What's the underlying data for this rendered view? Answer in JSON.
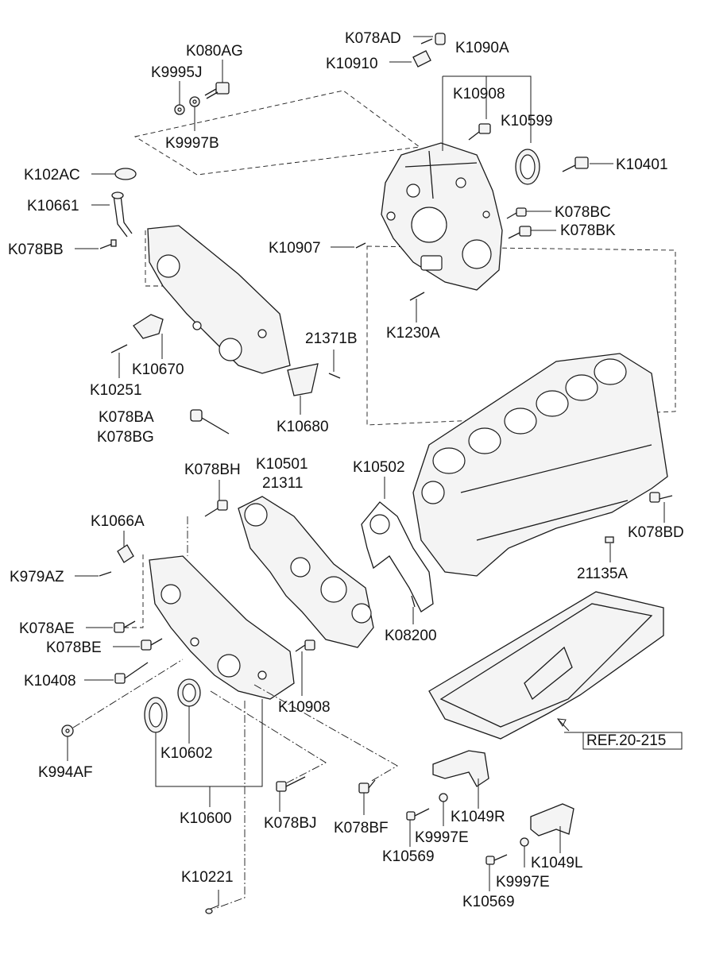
{
  "diagram": {
    "labels": {
      "k078ad": "K078AD",
      "k1090a": "K1090A",
      "k10910": "K10910",
      "k080ag": "K080AG",
      "k9995j": "K9995J",
      "k10908_top": "K10908",
      "k10599": "K10599",
      "k9997b": "K9997B",
      "k10401": "K10401",
      "k102ac": "K102AC",
      "k078bc": "K078BC",
      "k10661": "K10661",
      "k078bk": "K078BK",
      "k078bb": "K078BB",
      "k10907": "K10907",
      "k1230a": "K1230A",
      "21371b": "21371B",
      "k10670": "K10670",
      "k10251": "K10251",
      "k078ba": "K078BA",
      "k078bg": "K078BG",
      "k10680": "K10680",
      "k078bh": "K078BH",
      "k10501": "K10501",
      "21311": "21311",
      "k10502": "K10502",
      "k1066a": "K1066A",
      "k078bd": "K078BD",
      "k979az": "K979AZ",
      "21135a": "21135A",
      "k078ae": "K078AE",
      "k08200": "K08200",
      "k078be": "K078BE",
      "k10408": "K10408",
      "k10908_bottom": "K10908",
      "ref": "REF.20-215",
      "k994af": "K994AF",
      "k10602": "K10602",
      "k078bj": "K078BJ",
      "k078bf": "K078BF",
      "k1049r": "K1049R",
      "k10600": "K10600",
      "k9997e_1": "K9997E",
      "k10569_1": "K10569",
      "k1049l": "K1049L",
      "k9997e_2": "K9997E",
      "k10221": "K10221",
      "k10569_2": "K10569"
    }
  }
}
